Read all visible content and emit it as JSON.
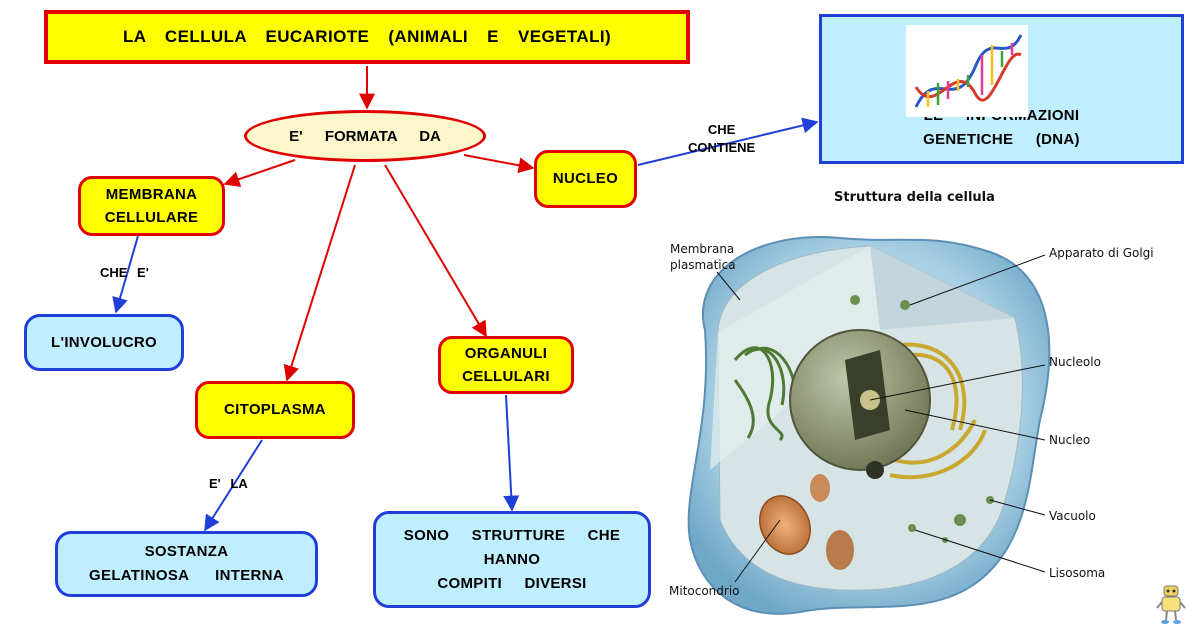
{
  "title": "LA CELLULA EUCARIOTE (ANIMALI E VEGETALI)",
  "root_link": "E' FORMATA DA",
  "nodes": {
    "membrana": {
      "line1": "MEMBRANA",
      "line2": "CELLULARE"
    },
    "nucleo": "NUCLEO",
    "organuli": {
      "line1": "ORGANULI",
      "line2": "CELLULARI"
    },
    "citoplasma": "CITOPLASMA",
    "involucro": "L'INVOLUCRO",
    "sostanza": {
      "line1": "SOSTANZA",
      "line2": "GELATINOSA INTERNA"
    },
    "strutture": {
      "line1": "SONO STRUTTURE CHE",
      "line2": "HANNO",
      "line3": "COMPITI DIVERSI"
    },
    "info": {
      "line1": "LE INFORMAZIONI",
      "line2": "GENETICHE (DNA)"
    }
  },
  "links": {
    "che_e": "CHE E'",
    "e_la": "E' LA",
    "che_contiene": {
      "line1": "CHE",
      "line2": "CONTIENE"
    }
  },
  "figure": {
    "title": "Struttura della cellula",
    "labels": {
      "membrana": {
        "line1": "Membrana",
        "line2": "plasmatica"
      },
      "golgi": "Apparato di Golgi",
      "nucleolo": "Nucleolo",
      "nucleo": "Nucleo",
      "vacuolo": "Vacuolo",
      "lisosoma": "Lisosoma",
      "mitocondrio": "Mitocondrio"
    }
  },
  "colors": {
    "yellow": "#ffff00",
    "red": "#e00000",
    "light_blue": "#bfefff",
    "blue": "#1f3fd8"
  }
}
